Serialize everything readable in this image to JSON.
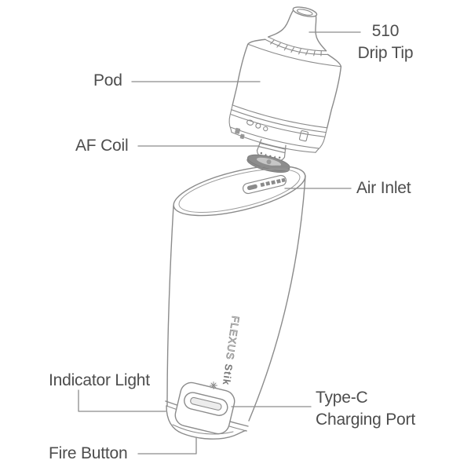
{
  "diagram": {
    "device": "pod-vape-exploded-view",
    "labels": {
      "drip_tip": {
        "line1": "510",
        "line2": "Drip Tip"
      },
      "pod": "Pod",
      "af_coil": "AF Coil",
      "air_inlet": "Air Inlet",
      "indicator_light": "Indicator Light",
      "type_c": {
        "line1": "Type-C",
        "line2": "Charging Port"
      },
      "fire_button": "Fire Button"
    },
    "brand": {
      "name": "FLEXUS",
      "model": "Stik"
    },
    "colors": {
      "background": "#ffffff",
      "outline": "#8b8b8b",
      "leader_line": "#8c8c8c",
      "label_text": "#4d4d4d",
      "dark_fill": "#8d8d8d"
    }
  }
}
